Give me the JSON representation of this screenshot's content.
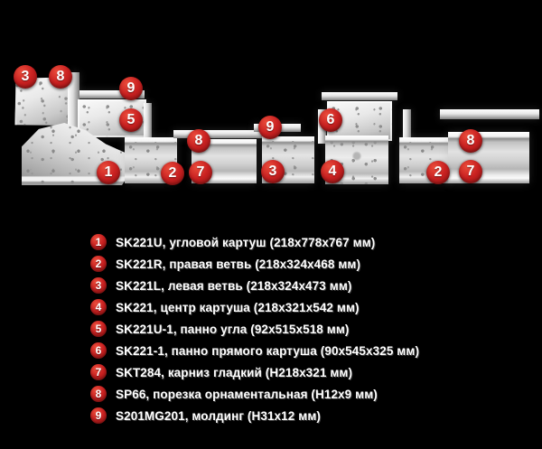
{
  "colors": {
    "background": "#000000",
    "badge_red": "#c92121",
    "text": "#ffffff",
    "piece_white": "#ededed"
  },
  "diagram": {
    "badges": [
      {
        "label": "3"
      },
      {
        "label": "8"
      },
      {
        "label": "9"
      },
      {
        "label": "5"
      },
      {
        "label": "1"
      },
      {
        "label": "2"
      },
      {
        "label": "8"
      },
      {
        "label": "7"
      },
      {
        "label": "9"
      },
      {
        "label": "3"
      },
      {
        "label": "6"
      },
      {
        "label": "4"
      },
      {
        "label": "2"
      },
      {
        "label": "8"
      },
      {
        "label": "7"
      }
    ]
  },
  "legend": {
    "items": [
      {
        "num": "1",
        "text": "SK221U, угловой картуш (218х778х767 мм)"
      },
      {
        "num": "2",
        "text": "SK221R, правая ветвь (218х324х468 мм)"
      },
      {
        "num": "3",
        "text": "SK221L, левая ветвь (218х324х473 мм)"
      },
      {
        "num": "4",
        "text": "SK221, центр картуша (218х321х542 мм)"
      },
      {
        "num": "5",
        "text": "SK221U-1, панно угла (92х515х518 мм)"
      },
      {
        "num": "6",
        "text": "SK221-1, панно прямого картуша (90х545х325 мм)"
      },
      {
        "num": "7",
        "text": "SKT284, карниз гладкий (Н218х321 мм)"
      },
      {
        "num": "8",
        "text": "SP66, порезка орнаментальная (Н12х9 мм)"
      },
      {
        "num": "9",
        "text": "S201MG201, молдинг (Н31х12 мм)"
      }
    ]
  }
}
